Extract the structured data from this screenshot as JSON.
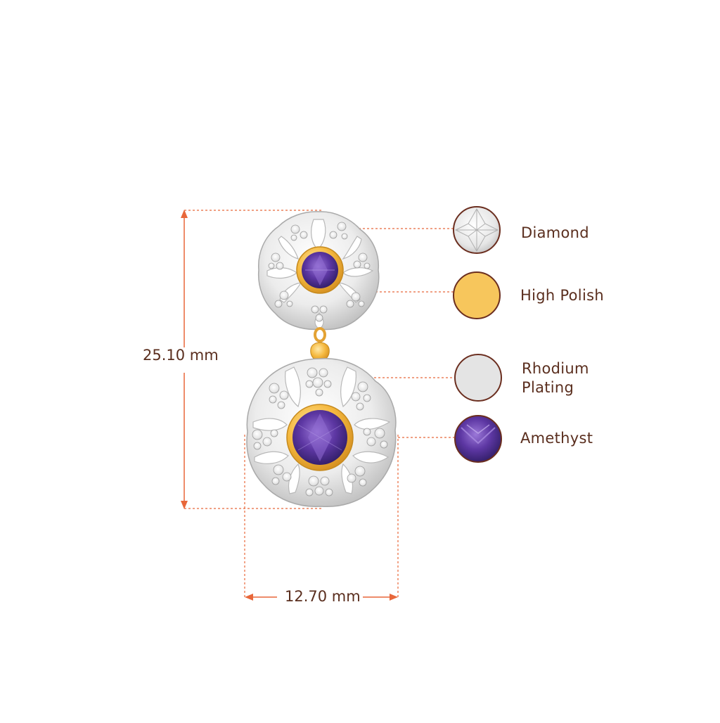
{
  "dimensions": {
    "height": "25.10 mm",
    "width": "12.70 mm"
  },
  "legend": [
    {
      "label": "Diamond",
      "swatch": "diamond"
    },
    {
      "label": "High Polish",
      "swatch": "gold"
    },
    {
      "label_lines": [
        "Rhodium",
        "Plating"
      ],
      "swatch": "rhodium"
    },
    {
      "label": "Amethyst",
      "swatch": "amethyst"
    }
  ],
  "colors": {
    "dimension_line": "#e8673a",
    "label_text": "#5a2e1e",
    "gold": "#f7c65c",
    "gold_dark": "#e3a233",
    "rhodium": "#e4e4e4",
    "amethyst": "#6a3fb0",
    "swatch_ring": "#6b2e1f"
  }
}
